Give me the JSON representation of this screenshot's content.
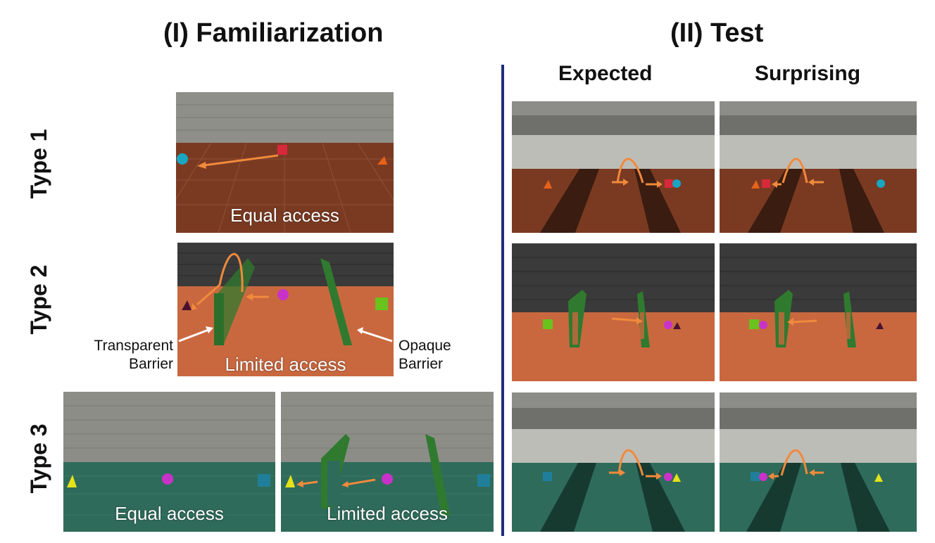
{
  "titles": {
    "familiarization": "(I) Familiarization",
    "test": "(II) Test"
  },
  "column_headers": {
    "expected": "Expected",
    "surprising": "Surprising"
  },
  "row_labels": [
    "Type 1",
    "Type 2",
    "Type 3"
  ],
  "captions": {
    "type1": "Equal access",
    "type2": "Limited access",
    "type3_left": "Equal access",
    "type3_right": "Limited access"
  },
  "callouts": {
    "transparent": [
      "Transparent",
      "Barrier"
    ],
    "opaque": [
      "Opaque",
      "Barrier"
    ]
  },
  "colors": {
    "divider": "#1f2d7a",
    "arrow": "#f08a3c",
    "barrier": "#2f7a2f",
    "floor_red": "#7a3a22",
    "floor_orange": "#c9683f",
    "floor_teal": "#2f6b5a"
  }
}
